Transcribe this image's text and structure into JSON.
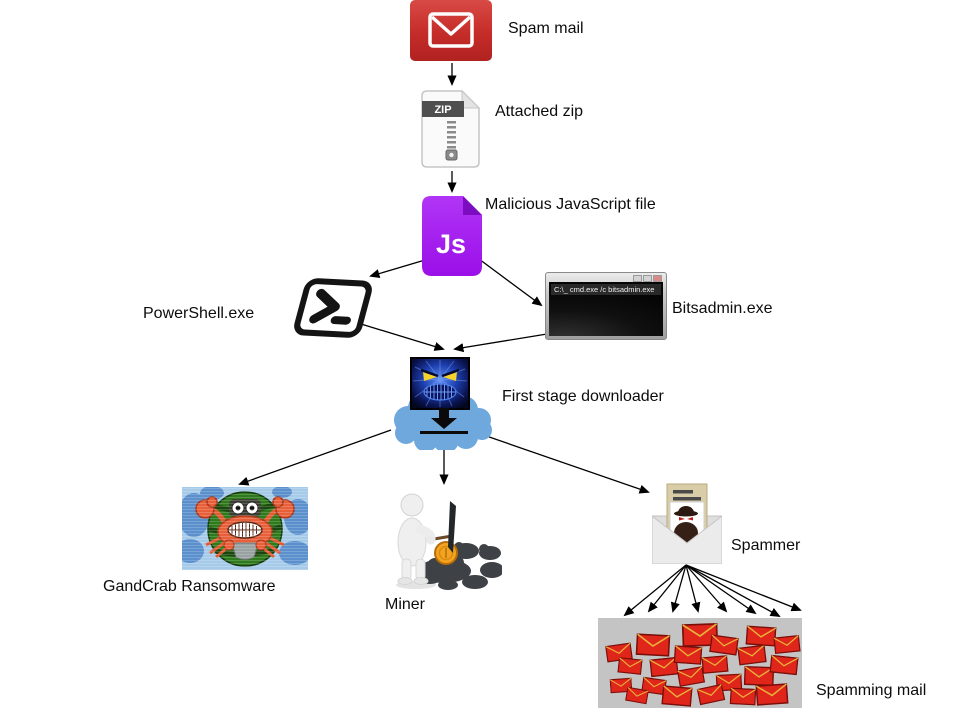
{
  "title": "Malware infection chain diagram",
  "nodes": {
    "spam_mail": {
      "label": "Spam mail"
    },
    "attached_zip": {
      "label": "Attached zip",
      "badge": "ZIP"
    },
    "malicious_js": {
      "label": "Malicious JavaScript file",
      "glyph": "Js"
    },
    "powershell": {
      "label": "PowerShell.exe"
    },
    "bitsadmin": {
      "label": "Bitsadmin.exe",
      "window_title": "C:\\_ cmd.exe /c bitsadmin.exe"
    },
    "first_stage_downloader": {
      "label": "First stage downloader"
    },
    "gandcrab": {
      "label": "GandCrab Ransomware"
    },
    "miner": {
      "label": "Miner"
    },
    "spammer": {
      "label": "Spammer"
    },
    "spamming_mail": {
      "label": "Spamming mail"
    }
  },
  "edges": [
    {
      "from": "spam_mail",
      "to": "attached_zip"
    },
    {
      "from": "attached_zip",
      "to": "malicious_js"
    },
    {
      "from": "malicious_js",
      "to": "powershell"
    },
    {
      "from": "malicious_js",
      "to": "bitsadmin"
    },
    {
      "from": "powershell",
      "to": "first_stage_downloader"
    },
    {
      "from": "bitsadmin",
      "to": "first_stage_downloader"
    },
    {
      "from": "first_stage_downloader",
      "to": "gandcrab"
    },
    {
      "from": "first_stage_downloader",
      "to": "miner"
    },
    {
      "from": "first_stage_downloader",
      "to": "spammer"
    },
    {
      "from": "spammer",
      "to": "spamming_mail"
    }
  ],
  "spam_box": {
    "envelope_count": 22
  },
  "colors": {
    "spam_mail_red": "#c52c29",
    "js_purple": "#a518f2",
    "cloud_blue": "#6fa8dc",
    "spam_box_gray": "#c4c4c4",
    "envelope_red": "#e0251b",
    "arrow_black": "#000000"
  }
}
